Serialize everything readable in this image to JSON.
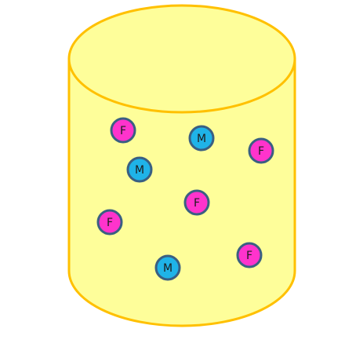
{
  "colors": {
    "cylinder_fill": "#fefe9a",
    "cylinder_stroke": "#ffc000",
    "female_fill": "#ff33cc",
    "male_fill": "#1fb3e8",
    "ball_stroke": "#3a5f82",
    "background": "#ffffff"
  },
  "balls": [
    {
      "label": "F",
      "kind": "female"
    },
    {
      "label": "M",
      "kind": "male"
    },
    {
      "label": "F",
      "kind": "female"
    },
    {
      "label": "M",
      "kind": "male"
    },
    {
      "label": "F",
      "kind": "female"
    },
    {
      "label": "F",
      "kind": "female"
    },
    {
      "label": "F",
      "kind": "female"
    },
    {
      "label": "M",
      "kind": "male"
    }
  ]
}
